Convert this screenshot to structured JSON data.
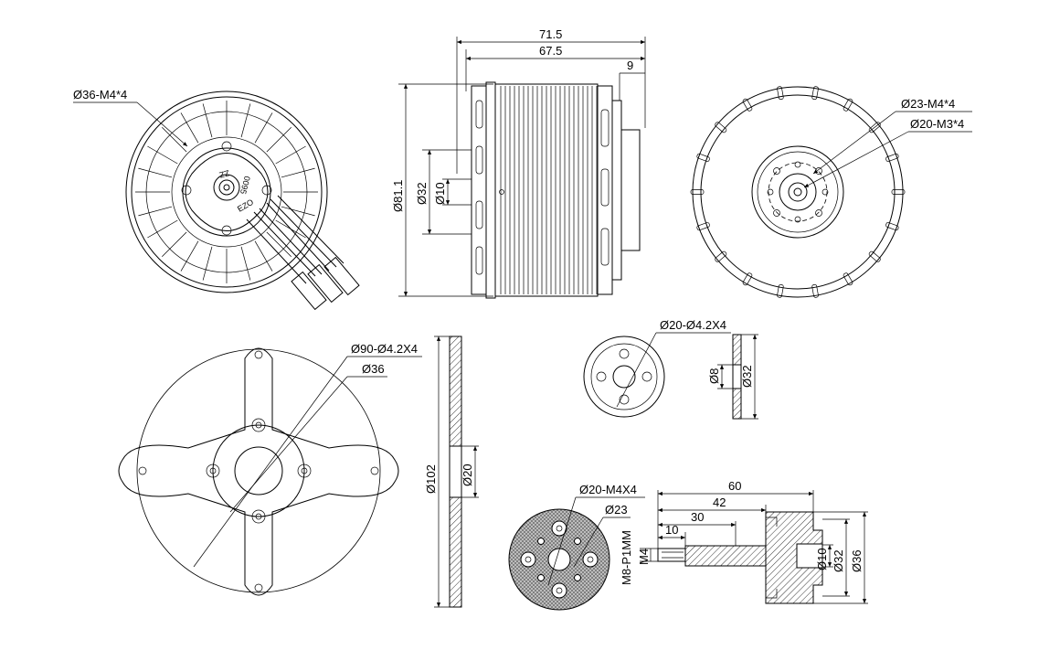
{
  "motor_top": {
    "label_mount": "Ø36-M4*4",
    "engraving": [
      "ZZ",
      "0095",
      "EZO"
    ]
  },
  "motor_side": {
    "dim_overall": "71.5",
    "dim_body": "67.5",
    "dim_shaft": "9",
    "dim_diameter": "Ø81.1",
    "dim_32": "Ø32",
    "dim_10": "Ø10"
  },
  "motor_bottom": {
    "label_23": "Ø23-M4*4",
    "label_20": "Ø20-M3*4"
  },
  "mount_plate": {
    "label_90": "Ø90-Ø4.2X4",
    "label_36": "Ø36",
    "dim_102": "Ø102",
    "dim_20": "Ø20"
  },
  "adapter_small": {
    "label": "Ø20-Ø4.2X4",
    "dim_8": "Ø8",
    "dim_32": "Ø32"
  },
  "prop_adapter": {
    "label_20": "Ø20-M4X4",
    "label_23": "Ø23"
  },
  "shaft": {
    "dim_60": "60",
    "dim_42": "42",
    "dim_30": "30",
    "dim_10": "10",
    "thread": "M8-P1MM",
    "dim_m4": "M4",
    "dia_10": "Ø10",
    "dia_32": "Ø32",
    "dia_36": "Ø36"
  }
}
